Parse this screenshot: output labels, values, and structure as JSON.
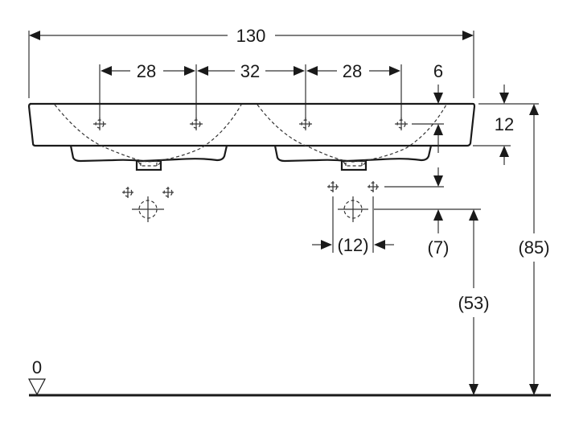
{
  "drawing": {
    "subject": "Double washbasin technical dimension drawing",
    "units": "cm",
    "colors": {
      "line": "#1a1a1a",
      "background": "#ffffff"
    },
    "dimensions": {
      "overall_width": "130",
      "tap_spacing_left": "28",
      "tap_spacing_middle": "32",
      "tap_spacing_right": "28",
      "tap_hole_offset_from_top": "6",
      "basin_rim_height": "12",
      "supply_spacing": "(12)",
      "waste_to_supply_height": "(7)",
      "waste_height": "(53)",
      "total_height": "(85)",
      "floor_level": "0"
    }
  }
}
